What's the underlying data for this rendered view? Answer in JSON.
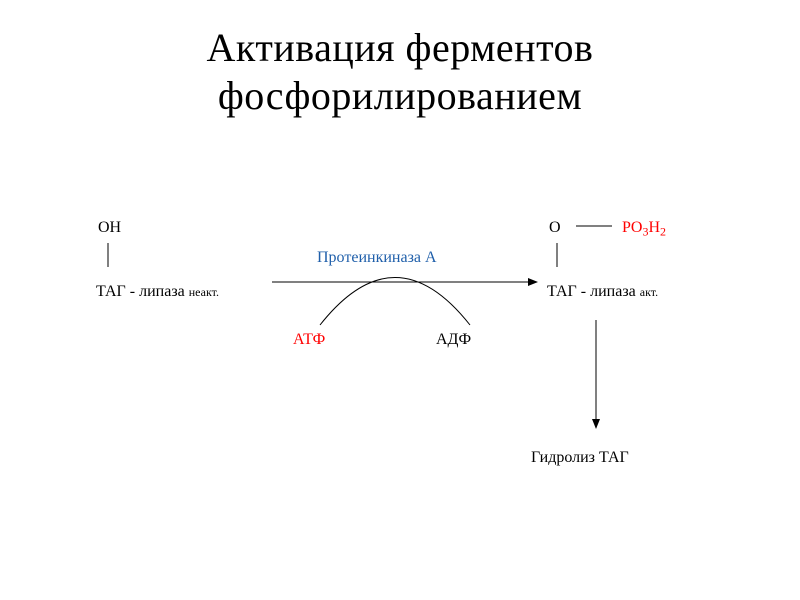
{
  "title": {
    "line1": "Активация ферментов",
    "line2": "фосфорилированием"
  },
  "left": {
    "group": "OH",
    "enzyme": "ТАГ - липаза",
    "state": "неакт."
  },
  "right": {
    "group_o": "O",
    "group_p": "PO",
    "sub3": "3",
    "group_h": "H",
    "sub2": "2",
    "enzyme": "ТАГ - липаза",
    "state": "акт."
  },
  "catalyst": "Протеинкиназа А",
  "cofactor_in": "АТФ",
  "cofactor_out": "АДФ",
  "product": "Гидролиз ТАГ",
  "colors": {
    "red": "#ff0000",
    "blue": "#1f5faa"
  }
}
